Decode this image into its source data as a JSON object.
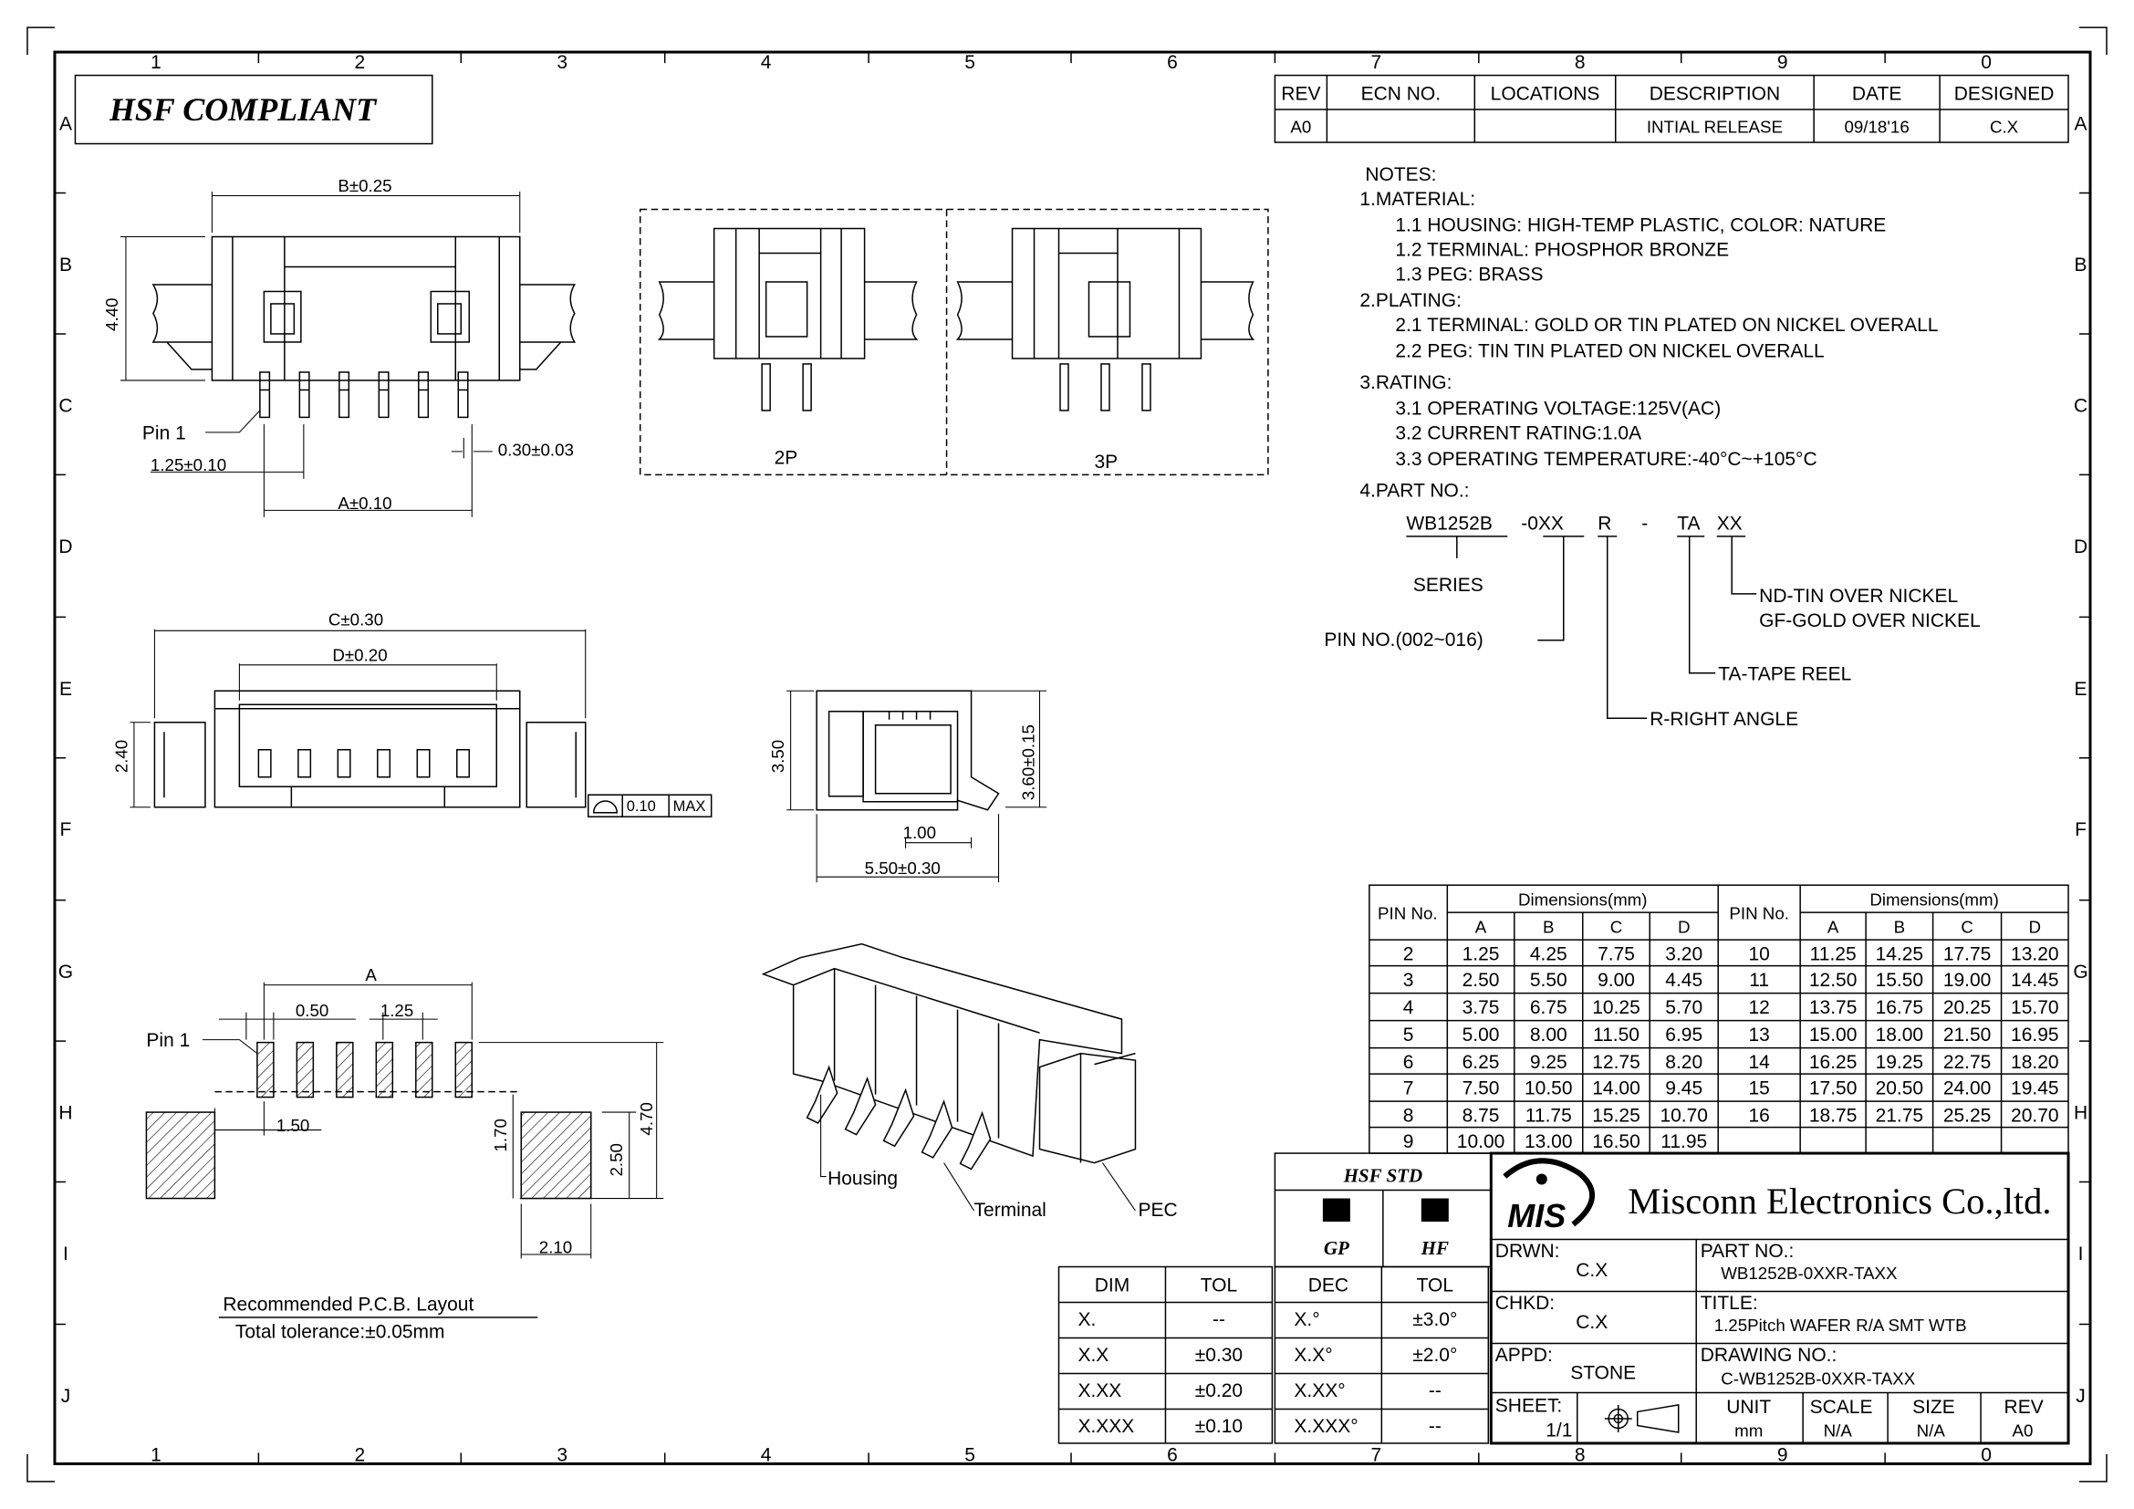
{
  "border": {
    "columns": [
      "1",
      "2",
      "3",
      "4",
      "5",
      "6",
      "7",
      "8",
      "9",
      "0"
    ],
    "rows": [
      "A",
      "B",
      "C",
      "D",
      "E",
      "F",
      "G",
      "H",
      "I",
      "J"
    ]
  },
  "compliance_label": "HSF COMPLIANT",
  "revision_table": {
    "headers": [
      "REV",
      "ECN NO.",
      "LOCATIONS",
      "DESCRIPTION",
      "DATE",
      "DESIGNED"
    ],
    "rows": [
      [
        "A0",
        "",
        "",
        "INTIAL RELEASE",
        "09/18'16",
        "C.X"
      ]
    ]
  },
  "notes": {
    "title": "NOTES:",
    "lines": [
      "1.MATERIAL:",
      "1.1  HOUSING: HIGH-TEMP PLASTIC, COLOR: NATURE",
      "1.2  TERMINAL: PHOSPHOR BRONZE",
      "1.3  PEG: BRASS",
      "2.PLATING:",
      "2.1  TERMINAL: GOLD OR TIN PLATED ON NICKEL OVERALL",
      "2.2  PEG: TIN TIN PLATED ON NICKEL OVERALL",
      "3.RATING:",
      "3.1  OPERATING VOLTAGE:125V(AC)",
      "3.2  CURRENT RATING:1.0A",
      "3.3  OPERATING TEMPERATURE:-40°C~+105°C",
      "4.PART NO.:"
    ]
  },
  "part_number_breakdown": {
    "series_code": "WB1252B",
    "pin_code": "-0XX",
    "angle_code": "R",
    "dash": "-",
    "package_code": "TA",
    "plating_code": "XX",
    "series_label": "SERIES",
    "pin_label": "PIN NO.(002~016)",
    "plating_label_1": "ND-TIN OVER NICKEL",
    "plating_label_2": "GF-GOLD OVER NICKEL",
    "package_label": "TA-TAPE REEL",
    "angle_label": "R-RIGHT ANGLE"
  },
  "views": {
    "top": {
      "width_dim": "B±0.25",
      "height_dim": "4.40",
      "pin1": "Pin 1",
      "pitch_dim": "1.25±0.10",
      "pin_width_dim": "0.30±0.03",
      "span_dim": "A±0.10"
    },
    "variants": {
      "two_pin": "2P",
      "three_pin": "3P"
    },
    "front": {
      "overall_dim": "C±0.30",
      "inner_dim": "D±0.20",
      "height_dim": "2.40",
      "flatness": "0.10",
      "flatness_max": "MAX"
    },
    "side": {
      "height_dim": "3.50",
      "total_height_dim": "3.60±0.15",
      "lead_dim": "1.00",
      "depth_dim": "5.50±0.30"
    },
    "pcb": {
      "span_dim": "A",
      "pad_width_dim": "0.50",
      "pitch_dim": "1.25",
      "pin1": "Pin 1",
      "offset_dim": "1.50",
      "gap_dim": "1.70",
      "peg_pad_dim": "2.50",
      "total_dim": "4.70",
      "peg_width_dim": "2.10",
      "title": "Recommended P.C.B. Layout",
      "tolerance": "Total tolerance:±0.05mm"
    },
    "iso": {
      "housing": "Housing",
      "terminal": "Terminal",
      "peg": "PEC"
    }
  },
  "dimension_table": {
    "pin_header": "PIN No.",
    "group_header": "Dimensions(mm)",
    "cols": [
      "A",
      "B",
      "C",
      "D"
    ],
    "left": [
      [
        "2",
        "1.25",
        "4.25",
        "7.75",
        "3.20"
      ],
      [
        "3",
        "2.50",
        "5.50",
        "9.00",
        "4.45"
      ],
      [
        "4",
        "3.75",
        "6.75",
        "10.25",
        "5.70"
      ],
      [
        "5",
        "5.00",
        "8.00",
        "11.50",
        "6.95"
      ],
      [
        "6",
        "6.25",
        "9.25",
        "12.75",
        "8.20"
      ],
      [
        "7",
        "7.50",
        "10.50",
        "14.00",
        "9.45"
      ],
      [
        "8",
        "8.75",
        "11.75",
        "15.25",
        "10.70"
      ],
      [
        "9",
        "10.00",
        "13.00",
        "16.50",
        "11.95"
      ]
    ],
    "right": [
      [
        "10",
        "11.25",
        "14.25",
        "17.75",
        "13.20"
      ],
      [
        "11",
        "12.50",
        "15.50",
        "19.00",
        "14.45"
      ],
      [
        "12",
        "13.75",
        "16.75",
        "20.25",
        "15.70"
      ],
      [
        "13",
        "15.00",
        "18.00",
        "21.50",
        "16.95"
      ],
      [
        "14",
        "16.25",
        "19.25",
        "22.75",
        "18.20"
      ],
      [
        "15",
        "17.50",
        "20.50",
        "24.00",
        "19.45"
      ],
      [
        "16",
        "18.75",
        "21.75",
        "25.25",
        "20.70"
      ]
    ]
  },
  "tolerance_table": {
    "headers": [
      "DIM",
      "TOL"
    ],
    "rows": [
      [
        "X.",
        "--"
      ],
      [
        "X.X",
        "±0.30"
      ],
      [
        "X.XX",
        "±0.20"
      ],
      [
        "X.XXX",
        "±0.10"
      ]
    ]
  },
  "angle_tolerance": {
    "hsf": "HSF STD",
    "gp": "GP",
    "hf": "HF",
    "headers": [
      "DEC",
      "TOL"
    ],
    "rows": [
      [
        "X.°",
        "±3.0°"
      ],
      [
        "X.X°",
        "±2.0°"
      ],
      [
        "X.XX°",
        "--"
      ],
      [
        "X.XXX°",
        "--"
      ]
    ]
  },
  "title_block": {
    "logo": "MIS",
    "company": "Misconn Electronics Co.,ltd.",
    "drwn_label": "DRWN:",
    "drwn": "C.X",
    "chkd_label": "CHKD:",
    "chkd": "C.X",
    "appd_label": "APPD:",
    "appd": "STONE",
    "part_label": "PART NO.:",
    "part": "WB1252B-0XXR-TAXX",
    "title_label": "TITLE:",
    "title": "1.25Pitch WAFER R/A SMT WTB",
    "drawing_label": "DRAWING NO.:",
    "drawing": "C-WB1252B-0XXR-TAXX",
    "sheet_label": "SHEET:",
    "sheet": "1/1",
    "unit_label": "UNIT",
    "unit": "mm",
    "scale_label": "SCALE",
    "scale": "N/A",
    "size_label": "SIZE",
    "size": "N/A",
    "rev_label": "REV",
    "rev": "A0"
  }
}
